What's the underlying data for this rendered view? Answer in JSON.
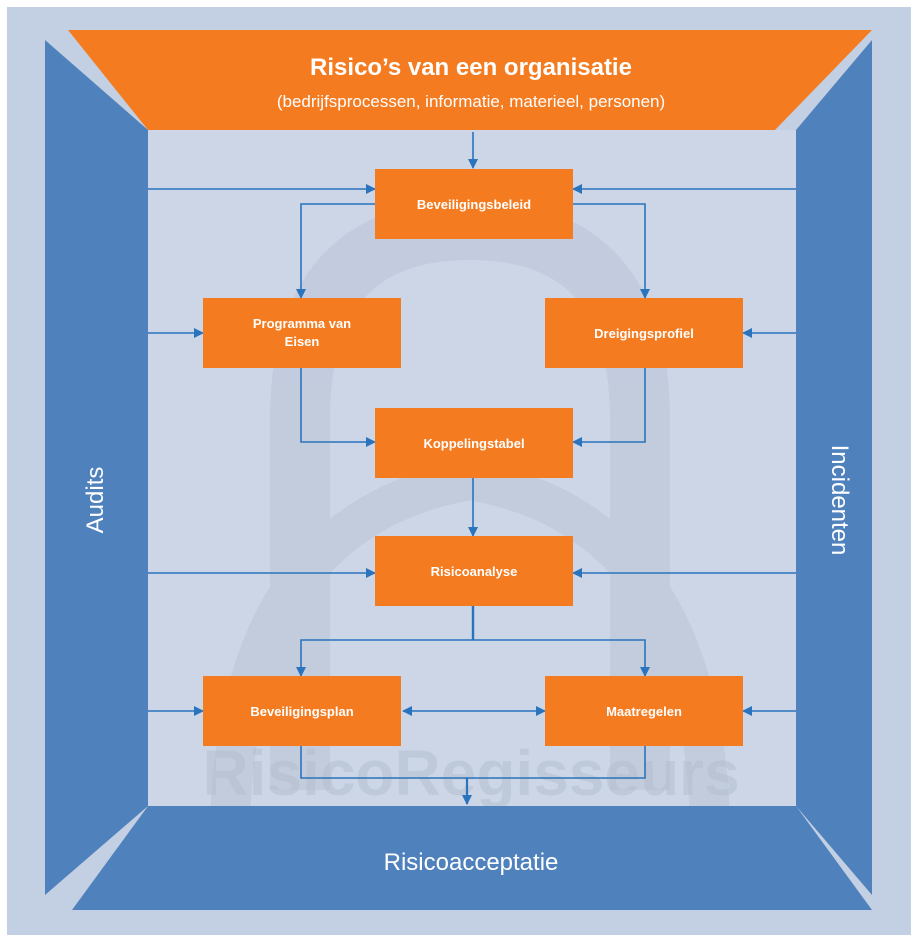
{
  "top": {
    "title": "Risico’s van een organisatie",
    "subtitle": "(bedrijfsprocessen, informatie, materieel, personen)"
  },
  "sides": {
    "left": "Audits",
    "right": "Incidenten",
    "bottom": "Risicoacceptatie"
  },
  "nodes": {
    "beleid": "Beveiligingsbeleid",
    "pve_line1": "Programma van",
    "pve_line2": "Eisen",
    "dreiging": "Dreigingsprofiel",
    "koppeling": "Koppelingstabel",
    "analyse": "Risicoanalyse",
    "plan": "Beveiligingsplan",
    "maatregelen": "Maatregelen"
  },
  "watermark": "RisicoRegisseurs",
  "colors": {
    "frame_bg": "#c3cfe2",
    "blue_panel": "#4f81bd",
    "orange": "#f47b20",
    "arrow": "#2a74bd"
  }
}
